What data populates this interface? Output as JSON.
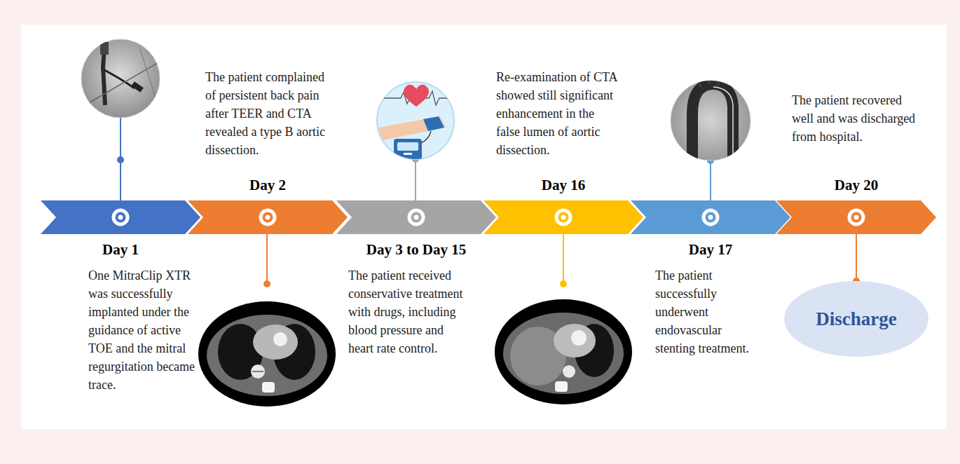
{
  "diagram": {
    "nodes": [
      {
        "text": [
          "Day 1",
          "One MitraClip XTR was successfully implanted under the guidance of active TOE and the mitral regurgitation became trace."
        ]
      },
      {
        "text": [
          "Day 2",
          "The patient complained of persistent back pain after TEER and CTA revealed a type B aortic dissection."
        ]
      },
      {
        "text": [
          "Day 3 to Day 15",
          "The patient received conservative treatment with drugs, including blood pressure and heart rate control."
        ]
      },
      {
        "text": [
          "Day 16",
          "Re-examination of CTA showed still significant enhancement in the false lumen of aortic dissection."
        ]
      },
      {
        "text": [
          "Day 17",
          "The patient successfully underwent endovascular stenting treatment."
        ]
      },
      {
        "text": [
          "Day 20",
          "The patient recovered well and was discharged from hospital."
        ]
      },
      {
        "text": [
          "Discharge"
        ]
      }
    ],
    "edges": [
      {
        "from": 5,
        "to": 6,
        "arrow": "none"
      }
    ]
  }
}
